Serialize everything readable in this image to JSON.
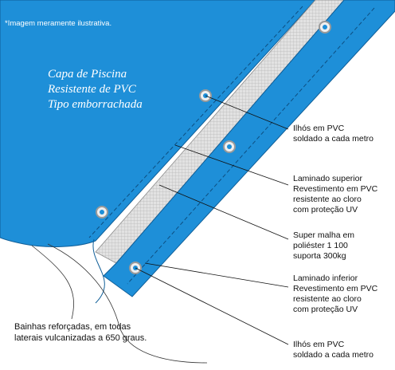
{
  "image_note": "*Imagem meramente ilustrativa.",
  "product_title": [
    "Capa de Piscina",
    "Resistente de PVC",
    "Tipo emborrachada"
  ],
  "callouts": [
    {
      "lines": [
        "Ilhós em PVC",
        "soldado a cada metro"
      ]
    },
    {
      "lines": [
        "Laminado superior",
        "Revestimento em PVC",
        "resistente ao  cloro",
        "com proteção UV"
      ]
    },
    {
      "lines": [
        "Super malha em",
        "poliéster 1 100",
        "suporta 300kg"
      ]
    },
    {
      "lines": [
        "Laminado inferior",
        "Revestimento em PVC",
        "resistente ao  cloro",
        "com proteção UV"
      ]
    },
    {
      "lines": [
        "Ilhós em PVC",
        "soldado a cada metro"
      ]
    }
  ],
  "footer": [
    "Bainhas reforçadas, em todas",
    "laterais vulcanizadas a 650 graus."
  ],
  "colors": {
    "cover_blue": "#1e8fd8",
    "border_blue": "#1878c0",
    "mesh_gray": "#d8d8d8",
    "eyelet_ring": "#b0b0b0"
  }
}
